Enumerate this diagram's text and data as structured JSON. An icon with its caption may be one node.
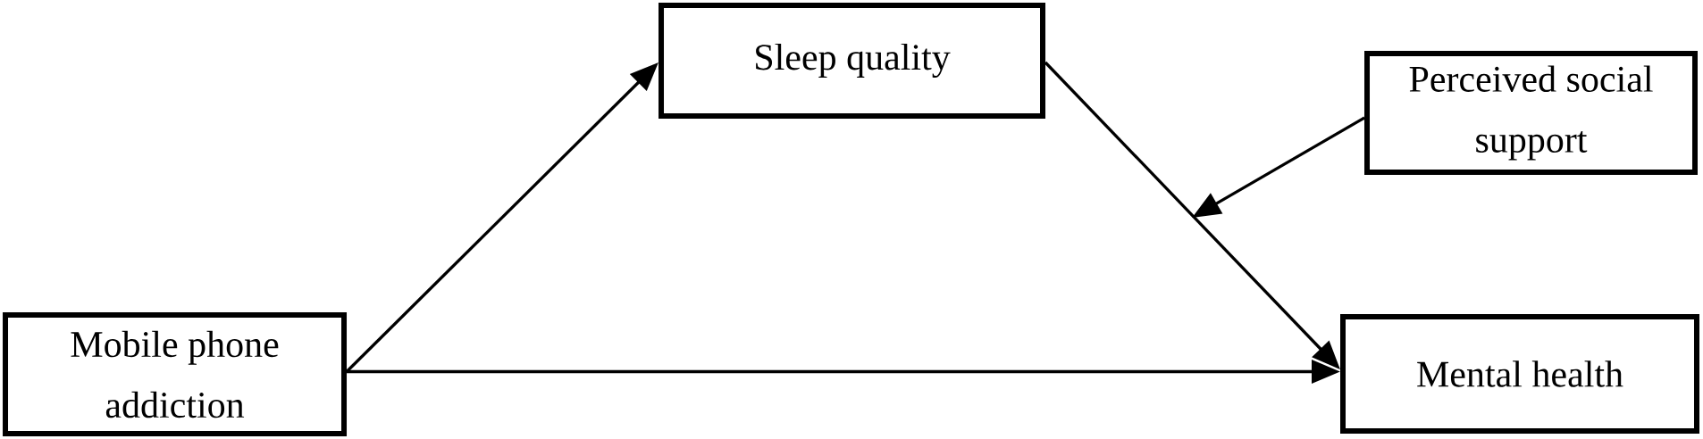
{
  "diagram": {
    "nodes": [
      {
        "text": [
          "Mobile phone addiction"
        ]
      },
      {
        "text": [
          "Sleep quality"
        ]
      },
      {
        "text": [
          "Perceived social support"
        ]
      },
      {
        "text": [
          "Mental health"
        ]
      }
    ],
    "edges": [
      {
        "from": 0,
        "to": 1,
        "arrow": "to"
      },
      {
        "from": 1,
        "to": 3,
        "arrow": "to"
      },
      {
        "from": 2,
        "to": null,
        "arrow": "to"
      },
      {
        "from": 0,
        "to": 3,
        "arrow": "to"
      }
    ]
  }
}
